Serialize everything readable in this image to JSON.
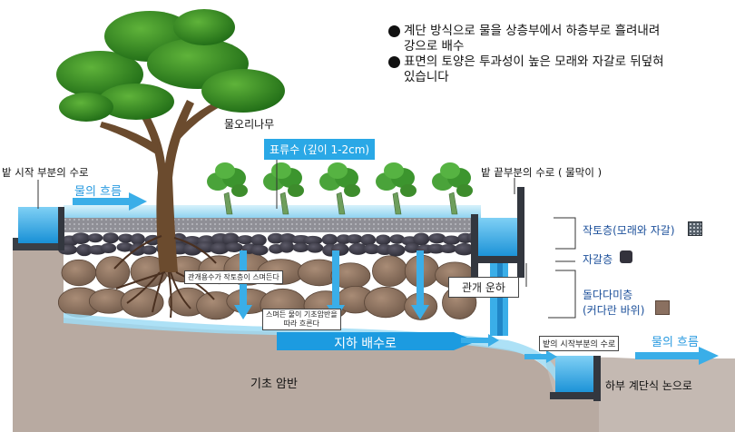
{
  "bullets": [
    {
      "line1": "계단 방식으로 물을 상층부에서 하층부로 흘려내려",
      "line2": "강으로 배수"
    },
    {
      "line1": "표면의 토양은 투과성이 높은 모래와 자갈로 뒤덮혀",
      "line2": "있습니다"
    }
  ],
  "labels": {
    "tree": "물오리나무",
    "surface_water": "표류수 (깊이 1-2cm)",
    "start_channel": "밭 시작 부분의 수로",
    "flow_left": "물의 흐름",
    "end_channel": "밭 끝부분의 수로 ( 물막이 )",
    "irrigation_canal": "관개 운하",
    "seep_1": "관개용수가 작토층이 스며든다",
    "seep_2_line1": "스며든 물이 기초암반을",
    "seep_2_line2": "따라 흐른다",
    "underground_drain": "지하 배수로",
    "bedrock": "기초 암반",
    "next_start_channel": "밭의 시작부분의 수로",
    "flow_right": "물의 흐름",
    "lower_field": "하부 계단식 논으로"
  },
  "legend": [
    {
      "label": "작토층(모래와 자갈)",
      "icon": "topsoil-swatch-icon"
    },
    {
      "label": "자갈층",
      "icon": "gravel-swatch-icon"
    },
    {
      "label_line1": "돌다다미층",
      "label_line2": "(커다란 바위)",
      "icon": "boulder-swatch-icon"
    }
  ],
  "colors": {
    "water": "#2aa8e6",
    "water_light": "#bfe6f7",
    "ground": "#b7a79e",
    "gravel": "#3d3c48",
    "boulder": "#8f7764",
    "legend_text": "#1b4f9a",
    "tree_foliage": "#2e7d1f"
  }
}
